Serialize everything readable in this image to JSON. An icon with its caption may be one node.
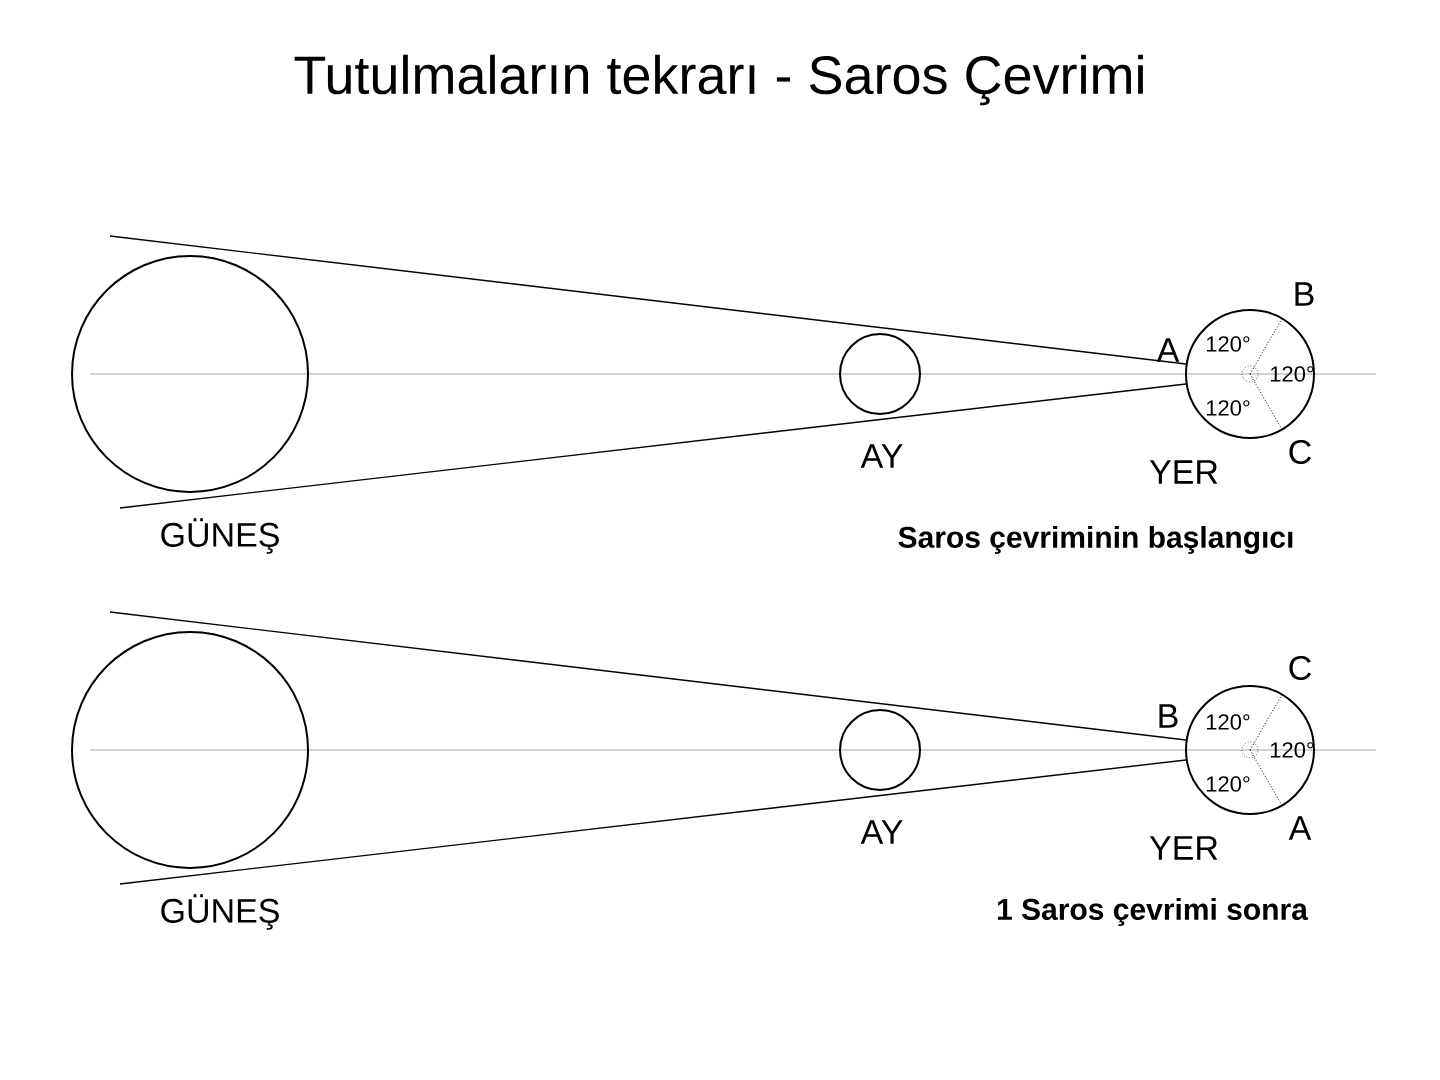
{
  "diagram": {
    "title": "Tutulmaların tekrarı - Saros Çevrimi",
    "nodes": [
      {
        "text": [],
        "shape": "circle",
        "beside": [
          "GÜNEŞ"
        ]
      },
      {
        "text": [],
        "shape": "circle",
        "beside": [
          "AY"
        ]
      },
      {
        "text": [],
        "shape": "circle",
        "beside": [
          "YER"
        ]
      },
      {
        "text": [],
        "shape": "circle",
        "beside": [
          "GÜNEŞ"
        ]
      },
      {
        "text": [],
        "shape": "circle",
        "beside": [
          "AY"
        ]
      },
      {
        "text": [],
        "shape": "circle",
        "beside": [
          "YER"
        ]
      }
    ],
    "labels": [
      "B",
      "A",
      "120°",
      "120°",
      "120°",
      "C",
      "Saros çevriminin başlangıcı",
      "C",
      "B",
      "120°",
      "120°",
      "120°",
      "A",
      "1 Saros çevrimi sonra"
    ]
  }
}
